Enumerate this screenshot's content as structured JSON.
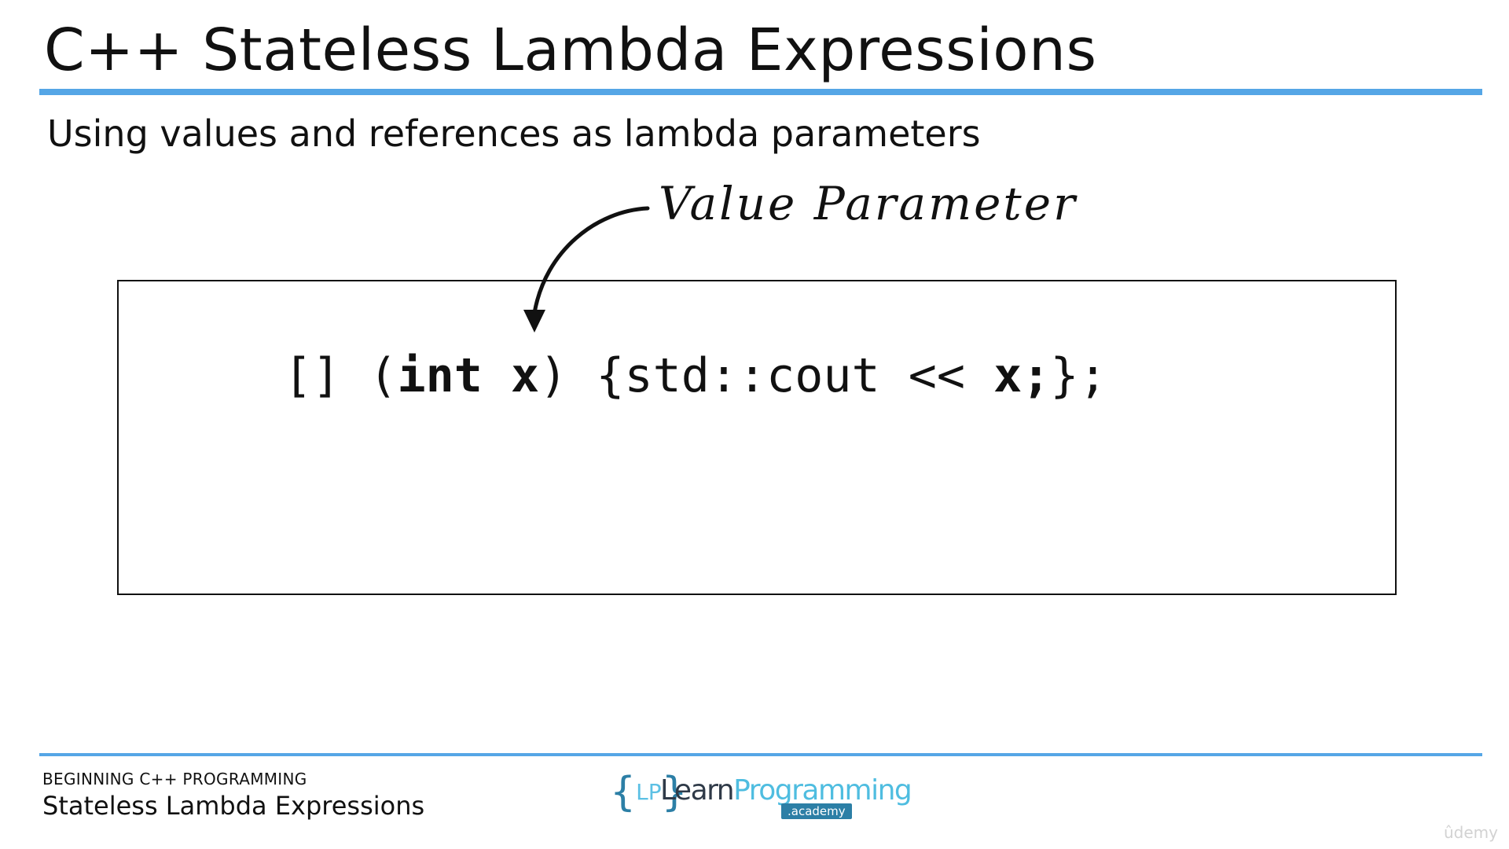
{
  "slide": {
    "title": "C++ Stateless Lambda Expressions",
    "subtitle": "Using values and references as lambda parameters"
  },
  "annotation": {
    "label": "Value Parameter"
  },
  "code": {
    "open_bracket": "[] (",
    "type": "int",
    "param": "x",
    "middle": ") {std::cout << ",
    "param_ref": "x;",
    "close": "};"
  },
  "footer": {
    "course": "BEGINNING C++ PROGRAMMING",
    "lecture": "Stateless Lambda Expressions"
  },
  "logo": {
    "braces": "{LP}",
    "name_learn": "Learn",
    "name_programming": "Programming",
    "suffix": ".academy"
  },
  "watermark": {
    "text": "ûdemy"
  },
  "colors": {
    "accent_rule": "#55a6e6",
    "logo_dark_blue": "#2c7fa6",
    "logo_light_blue": "#4fbde0",
    "text": "#111111"
  }
}
